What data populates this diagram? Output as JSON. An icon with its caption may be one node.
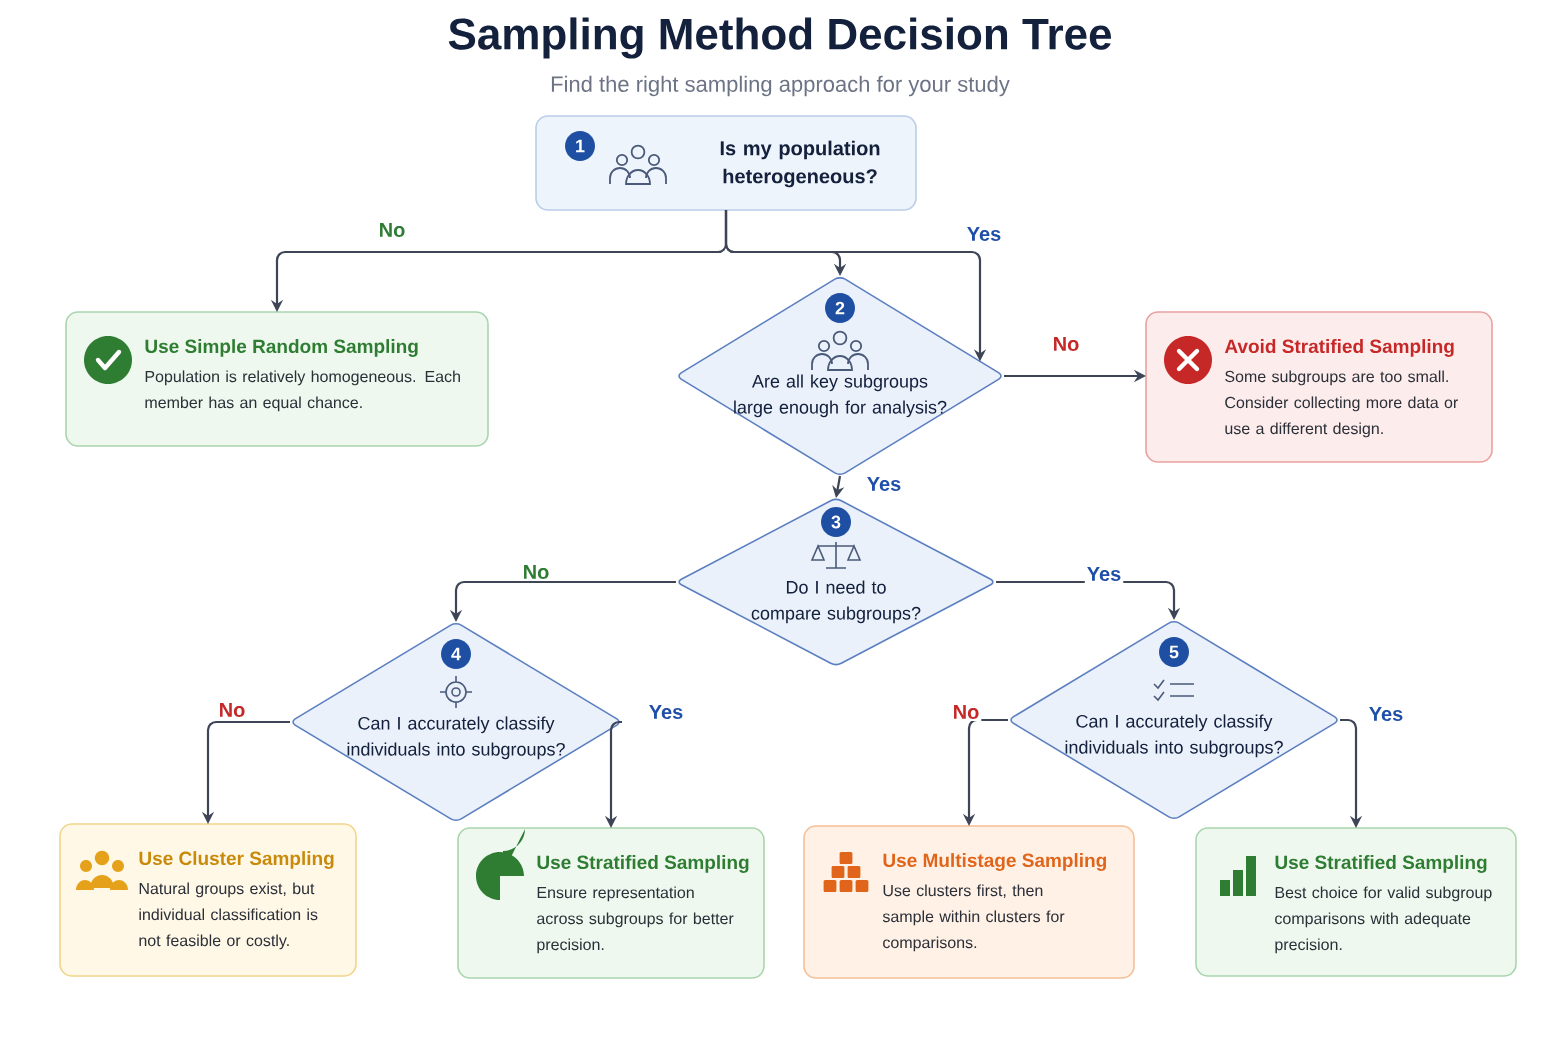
{
  "diagram": {
    "title": "Sampling Method Decision Tree",
    "caption": "Find the right sampling approach for your study",
    "nodes": [
      {
        "text": [
          "1",
          "Is my population heterogeneous?"
        ]
      },
      {
        "text": [
          "Use Simple Random Sampling",
          "Population is relatively homogeneous. Each member has an equal chance."
        ]
      },
      {
        "text": [
          "2",
          "Are all key subgroups large enough for analysis?"
        ]
      },
      {
        "text": [
          "Avoid Stratified Sampling",
          "Some subgroups are too small. Consider collecting more data or use a different design."
        ]
      },
      {
        "text": [
          "3",
          "Do I need to compare subgroups?"
        ]
      },
      {
        "text": [
          "4",
          "Can I accurately classify individuals into subgroups?"
        ]
      },
      {
        "text": [
          "5",
          "Can I accurately classify individuals into subgroups?"
        ]
      },
      {
        "text": [
          "Use Cluster Sampling",
          "Natural groups exist, but individual classification is not feasible or costly."
        ]
      },
      {
        "text": [
          "Use Stratified Sampling",
          "Ensure representation across subgroups for better precision."
        ]
      },
      {
        "text": [
          "Use Multistage Sampling",
          "Use clusters first, then sample within clusters for comparisons."
        ]
      },
      {
        "text": [
          "Use Stratified Sampling",
          "Best choice for valid subgroup comparisons with adequate precision."
        ]
      }
    ],
    "edges": [
      {
        "from": 0,
        "to": 1,
        "arrow": "to",
        "label": "No"
      },
      {
        "from": 0,
        "to": 2,
        "arrow": "to",
        "label": "Yes"
      },
      {
        "from": 0,
        "to": 2,
        "arrow": "to"
      },
      {
        "from": 2,
        "to": 3,
        "arrow": "to",
        "label": "No"
      },
      {
        "from": 2,
        "to": 4,
        "arrow": "to",
        "label": "Yes"
      },
      {
        "from": 4,
        "to": 5,
        "arrow": "to",
        "label": "No"
      },
      {
        "from": 4,
        "to": 6,
        "arrow": "to",
        "label": "Yes"
      },
      {
        "from": 5,
        "to": 7,
        "arrow": "to",
        "label": "No"
      },
      {
        "from": 5,
        "to": 8,
        "arrow": "to",
        "label": "Yes"
      },
      {
        "from": 6,
        "to": 9,
        "arrow": "to",
        "label": "No"
      },
      {
        "from": 6,
        "to": 10,
        "arrow": "to",
        "label": "Yes"
      }
    ]
  }
}
